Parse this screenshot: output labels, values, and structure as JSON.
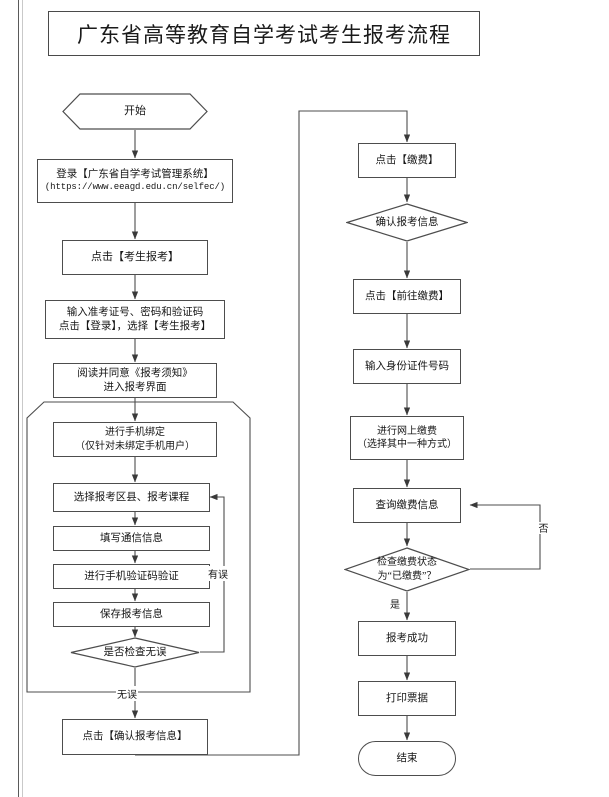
{
  "page": {
    "title": "广东省高等教育自学考试考生报考流程",
    "stroke_color": "#4d4d4d",
    "text_color": "#161616",
    "background": "#ffffff"
  },
  "chart_data": {
    "type": "diagram",
    "title": "广东省高等教育自学考试考生报考流程",
    "diagram_kind": "flowchart",
    "orientation": "two-column, top-to-bottom, left column then right column",
    "nodes": [
      {
        "id": "start",
        "shape": "hexagon",
        "column": "left",
        "text": "开始"
      },
      {
        "id": "login",
        "shape": "process",
        "column": "left",
        "text": "登录【广东省自学考试管理系统】",
        "subtext": "(https://www.eeagd.edu.cn/selfec/)"
      },
      {
        "id": "click_exam",
        "shape": "process",
        "column": "left",
        "text": "点击【考生报考】"
      },
      {
        "id": "input_cred",
        "shape": "process",
        "column": "left",
        "text": "输入准考证号、密码和验证码\n点击【登录】，选择【考生报考】"
      },
      {
        "id": "read_notice",
        "shape": "process",
        "column": "left",
        "text": "阅读并同意《报考须知》\n进入报考界面"
      },
      {
        "id": "bind_phone",
        "shape": "process",
        "column": "left",
        "text": "进行手机绑定\n（仅针对未绑定手机用户）"
      },
      {
        "id": "select_area",
        "shape": "process",
        "column": "left",
        "text": "选择报考区县、报考课程"
      },
      {
        "id": "fill_contact",
        "shape": "process",
        "column": "left",
        "text": "填写通信信息"
      },
      {
        "id": "verify_code",
        "shape": "process",
        "column": "left",
        "text": "进行手机验证码验证"
      },
      {
        "id": "save_info",
        "shape": "process",
        "column": "left",
        "text": "保存报考信息"
      },
      {
        "id": "check_ok",
        "shape": "decision",
        "column": "left",
        "text": "是否检查无误"
      },
      {
        "id": "confirm_info",
        "shape": "process",
        "column": "left",
        "text": "点击【确认报考信息】"
      },
      {
        "id": "click_pay",
        "shape": "process",
        "column": "right",
        "text": "点击【缴费】"
      },
      {
        "id": "confirm_reg",
        "shape": "decision",
        "column": "right",
        "text": "确认报考信息"
      },
      {
        "id": "goto_pay",
        "shape": "process",
        "column": "right",
        "text": "点击【前往缴费】"
      },
      {
        "id": "input_id",
        "shape": "process",
        "column": "right",
        "text": "输入身份证件号码"
      },
      {
        "id": "online_pay",
        "shape": "process",
        "column": "right",
        "text": "进行网上缴费\n（选择其中一种方式）"
      },
      {
        "id": "query_pay",
        "shape": "process",
        "column": "right",
        "text": "查询缴费信息"
      },
      {
        "id": "check_paid",
        "shape": "decision",
        "column": "right",
        "text": "检查缴费状态\n为“已缴费”？"
      },
      {
        "id": "success",
        "shape": "process",
        "column": "right",
        "text": "报考成功"
      },
      {
        "id": "print",
        "shape": "process",
        "column": "right",
        "text": "打印票据"
      },
      {
        "id": "end",
        "shape": "stadium",
        "column": "right",
        "text": "结束"
      }
    ],
    "edges": [
      {
        "from": "start",
        "to": "login",
        "label": ""
      },
      {
        "from": "login",
        "to": "click_exam",
        "label": ""
      },
      {
        "from": "click_exam",
        "to": "input_cred",
        "label": ""
      },
      {
        "from": "input_cred",
        "to": "read_notice",
        "label": ""
      },
      {
        "from": "read_notice",
        "to": "bind_phone",
        "label": ""
      },
      {
        "from": "bind_phone",
        "to": "select_area",
        "label": ""
      },
      {
        "from": "select_area",
        "to": "fill_contact",
        "label": ""
      },
      {
        "from": "fill_contact",
        "to": "verify_code",
        "label": ""
      },
      {
        "from": "verify_code",
        "to": "save_info",
        "label": ""
      },
      {
        "from": "save_info",
        "to": "check_ok",
        "label": ""
      },
      {
        "from": "check_ok",
        "to": "select_area",
        "label": "有误"
      },
      {
        "from": "check_ok",
        "to": "confirm_info",
        "label": "无误"
      },
      {
        "from": "confirm_info",
        "to": "click_pay",
        "label": ""
      },
      {
        "from": "click_pay",
        "to": "confirm_reg",
        "label": ""
      },
      {
        "from": "confirm_reg",
        "to": "goto_pay",
        "label": ""
      },
      {
        "from": "goto_pay",
        "to": "input_id",
        "label": ""
      },
      {
        "from": "input_id",
        "to": "online_pay",
        "label": ""
      },
      {
        "from": "online_pay",
        "to": "query_pay",
        "label": ""
      },
      {
        "from": "query_pay",
        "to": "check_paid",
        "label": ""
      },
      {
        "from": "check_paid",
        "to": "query_pay",
        "label": "否"
      },
      {
        "from": "check_paid",
        "to": "success",
        "label": "是"
      },
      {
        "from": "success",
        "to": "print",
        "label": ""
      },
      {
        "from": "print",
        "to": "end",
        "label": ""
      }
    ]
  },
  "left": {
    "start": "开始",
    "login_line1": "登录【广东省自学考试管理系统】",
    "login_line2": "(https://www.eeagd.edu.cn/selfec/)",
    "click_exam": "点击【考生报考】",
    "input_cred": "输入准考证号、密码和验证码\n点击【登录】，选择【考生报考】",
    "read_notice": "阅读并同意《报考须知》\n进入报考界面",
    "bind_phone": "进行手机绑定\n（仅针对未绑定手机用户）",
    "select_area": "选择报考区县、报考课程",
    "fill_contact": "填写通信信息",
    "verify_code": "进行手机验证码验证",
    "save_info": "保存报考信息",
    "check_ok": "是否检查无误",
    "confirm_info": "点击【确认报考信息】",
    "label_error": "有误",
    "label_ok": "无误"
  },
  "right": {
    "click_pay": "点击【缴费】",
    "confirm_reg": "确认报考信息",
    "goto_pay": "点击【前往缴费】",
    "input_id": "输入身份证件号码",
    "online_pay": "进行网上缴费\n（选择其中一种方式）",
    "query_pay": "查询缴费信息",
    "check_paid": "检查缴费状态\n为“已缴费”？",
    "success": "报考成功",
    "print": "打印票据",
    "end": "结束",
    "label_no": "否",
    "label_yes": "是"
  }
}
